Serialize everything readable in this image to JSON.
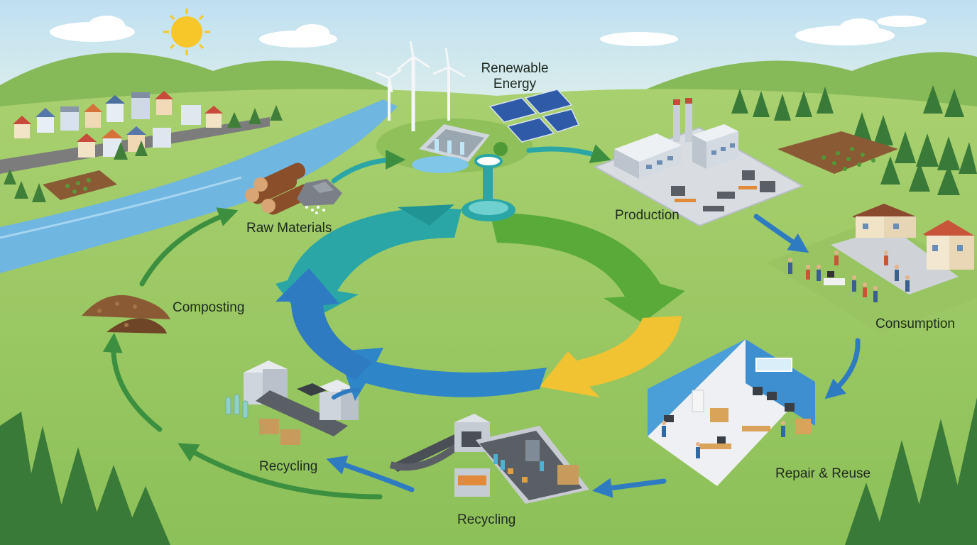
{
  "labels": {
    "renewable_energy_line1": "Renewable",
    "renewable_energy_line2": "Energy",
    "production": "Production",
    "consumption": "Consumption",
    "repair_reuse": "Repair & Reuse",
    "recycling_bottom": "Recycling",
    "recycling_left": "Recycling",
    "composting": "Composting",
    "raw_materials": "Raw Materials"
  },
  "colors": {
    "sky_top": "#cfe6f2",
    "sky_bottom": "#e9f3e6",
    "grass_light": "#a9d06f",
    "grass_mid": "#8fc05a",
    "hill": "#7fb24e",
    "forest": "#3f7f3a",
    "river": "#6fb6e0",
    "cycle_teal": "#2aa6a6",
    "cycle_green": "#5aaa3a",
    "cycle_yellow": "#f1c232",
    "cycle_blue": "#2e86c8",
    "flow_arrow_green": "#3c8f3f",
    "flow_arrow_blue": "#2f7bc1",
    "sun": "#f7c629"
  },
  "icons": [
    "sun-icon",
    "wind-turbine-icon",
    "solar-panel-icon",
    "hydro-dam-icon",
    "factory-icon",
    "houses-icon",
    "repair-workshop-icon",
    "recycling-plant-icon",
    "compost-pile-icon",
    "logs-icon",
    "rocks-icon",
    "trees-icon",
    "farm-field-icon"
  ]
}
